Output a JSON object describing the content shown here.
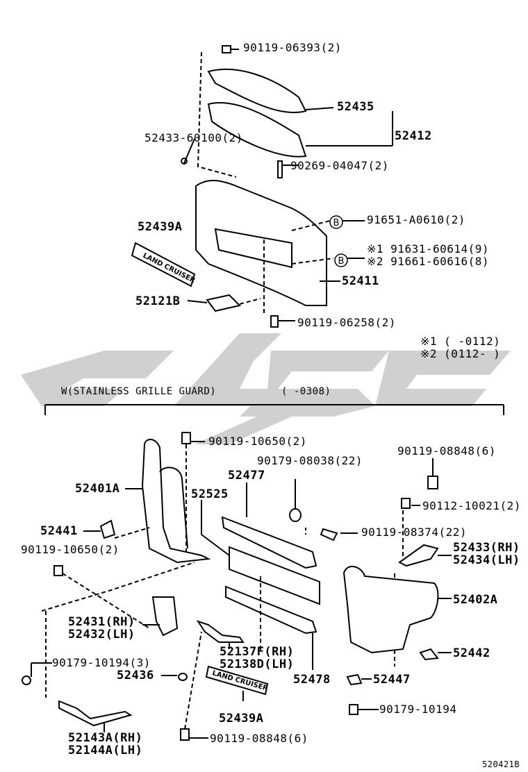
{
  "watermark": {
    "color": "#c8c8c8"
  },
  "header_note": {
    "variant1": "※1 (      -0112)",
    "variant2": "※2 (0112-       )"
  },
  "section": {
    "title": "W(STAINLESS GRILLE GUARD)",
    "range": "(      -0308)"
  },
  "callouts": {
    "b_marker": "B",
    "bolt_top": "90119-06393(2)",
    "p52435": "52435",
    "p52412": "52412",
    "clip_52433": "52433-60100(2)",
    "screw_90269": "90269-04047(2)",
    "p52439a_top": "52439A",
    "nut_91651": "91651-A0610(2)",
    "nut_91631": "※1 91631-60614(9)",
    "nut_91661": "※2 91661-60616(8)",
    "p52411": "52411",
    "p52121b": "52121B",
    "bolt_90119_06258": "90119-06258(2)",
    "bolt_90119_10650_a": "90119-10650(2)",
    "bolt_90119_08848_a": "90119-08848(6)",
    "p52401a": "52401A",
    "nut_90179_08038": "90179-08038(22)",
    "p52477": "52477",
    "p52525": "52525",
    "bolt_90112_10021": "90112-10021(2)",
    "p52441": "52441",
    "bolt_90119_08374": "90119-08374(22)",
    "bolt_90119_10650_b": "90119-10650(2)",
    "p52433_rh": "52433(RH)",
    "p52434_lh": "52434(LH)",
    "p52402a": "52402A",
    "p52431_rh": "52431(RH)",
    "p52432_lh": "52432(LH)",
    "p52137f_rh": "52137F(RH)",
    "p52138d_lh": "52138D(LH)",
    "p52442": "52442",
    "nut_90179_10194_3": "90179-10194(3)",
    "p52436": "52436",
    "p52478": "52478",
    "p52447": "52447",
    "nut_90179_10194": "90179-10194",
    "p52439a_bottom": "52439A",
    "p52143a_rh": "52143A(RH)",
    "p52144a_lh": "52144A(LH)",
    "bolt_90119_08848_b": "90119-08848(6)",
    "diagram_id": "520421B"
  },
  "emblem_text": "LAND CRUISER"
}
